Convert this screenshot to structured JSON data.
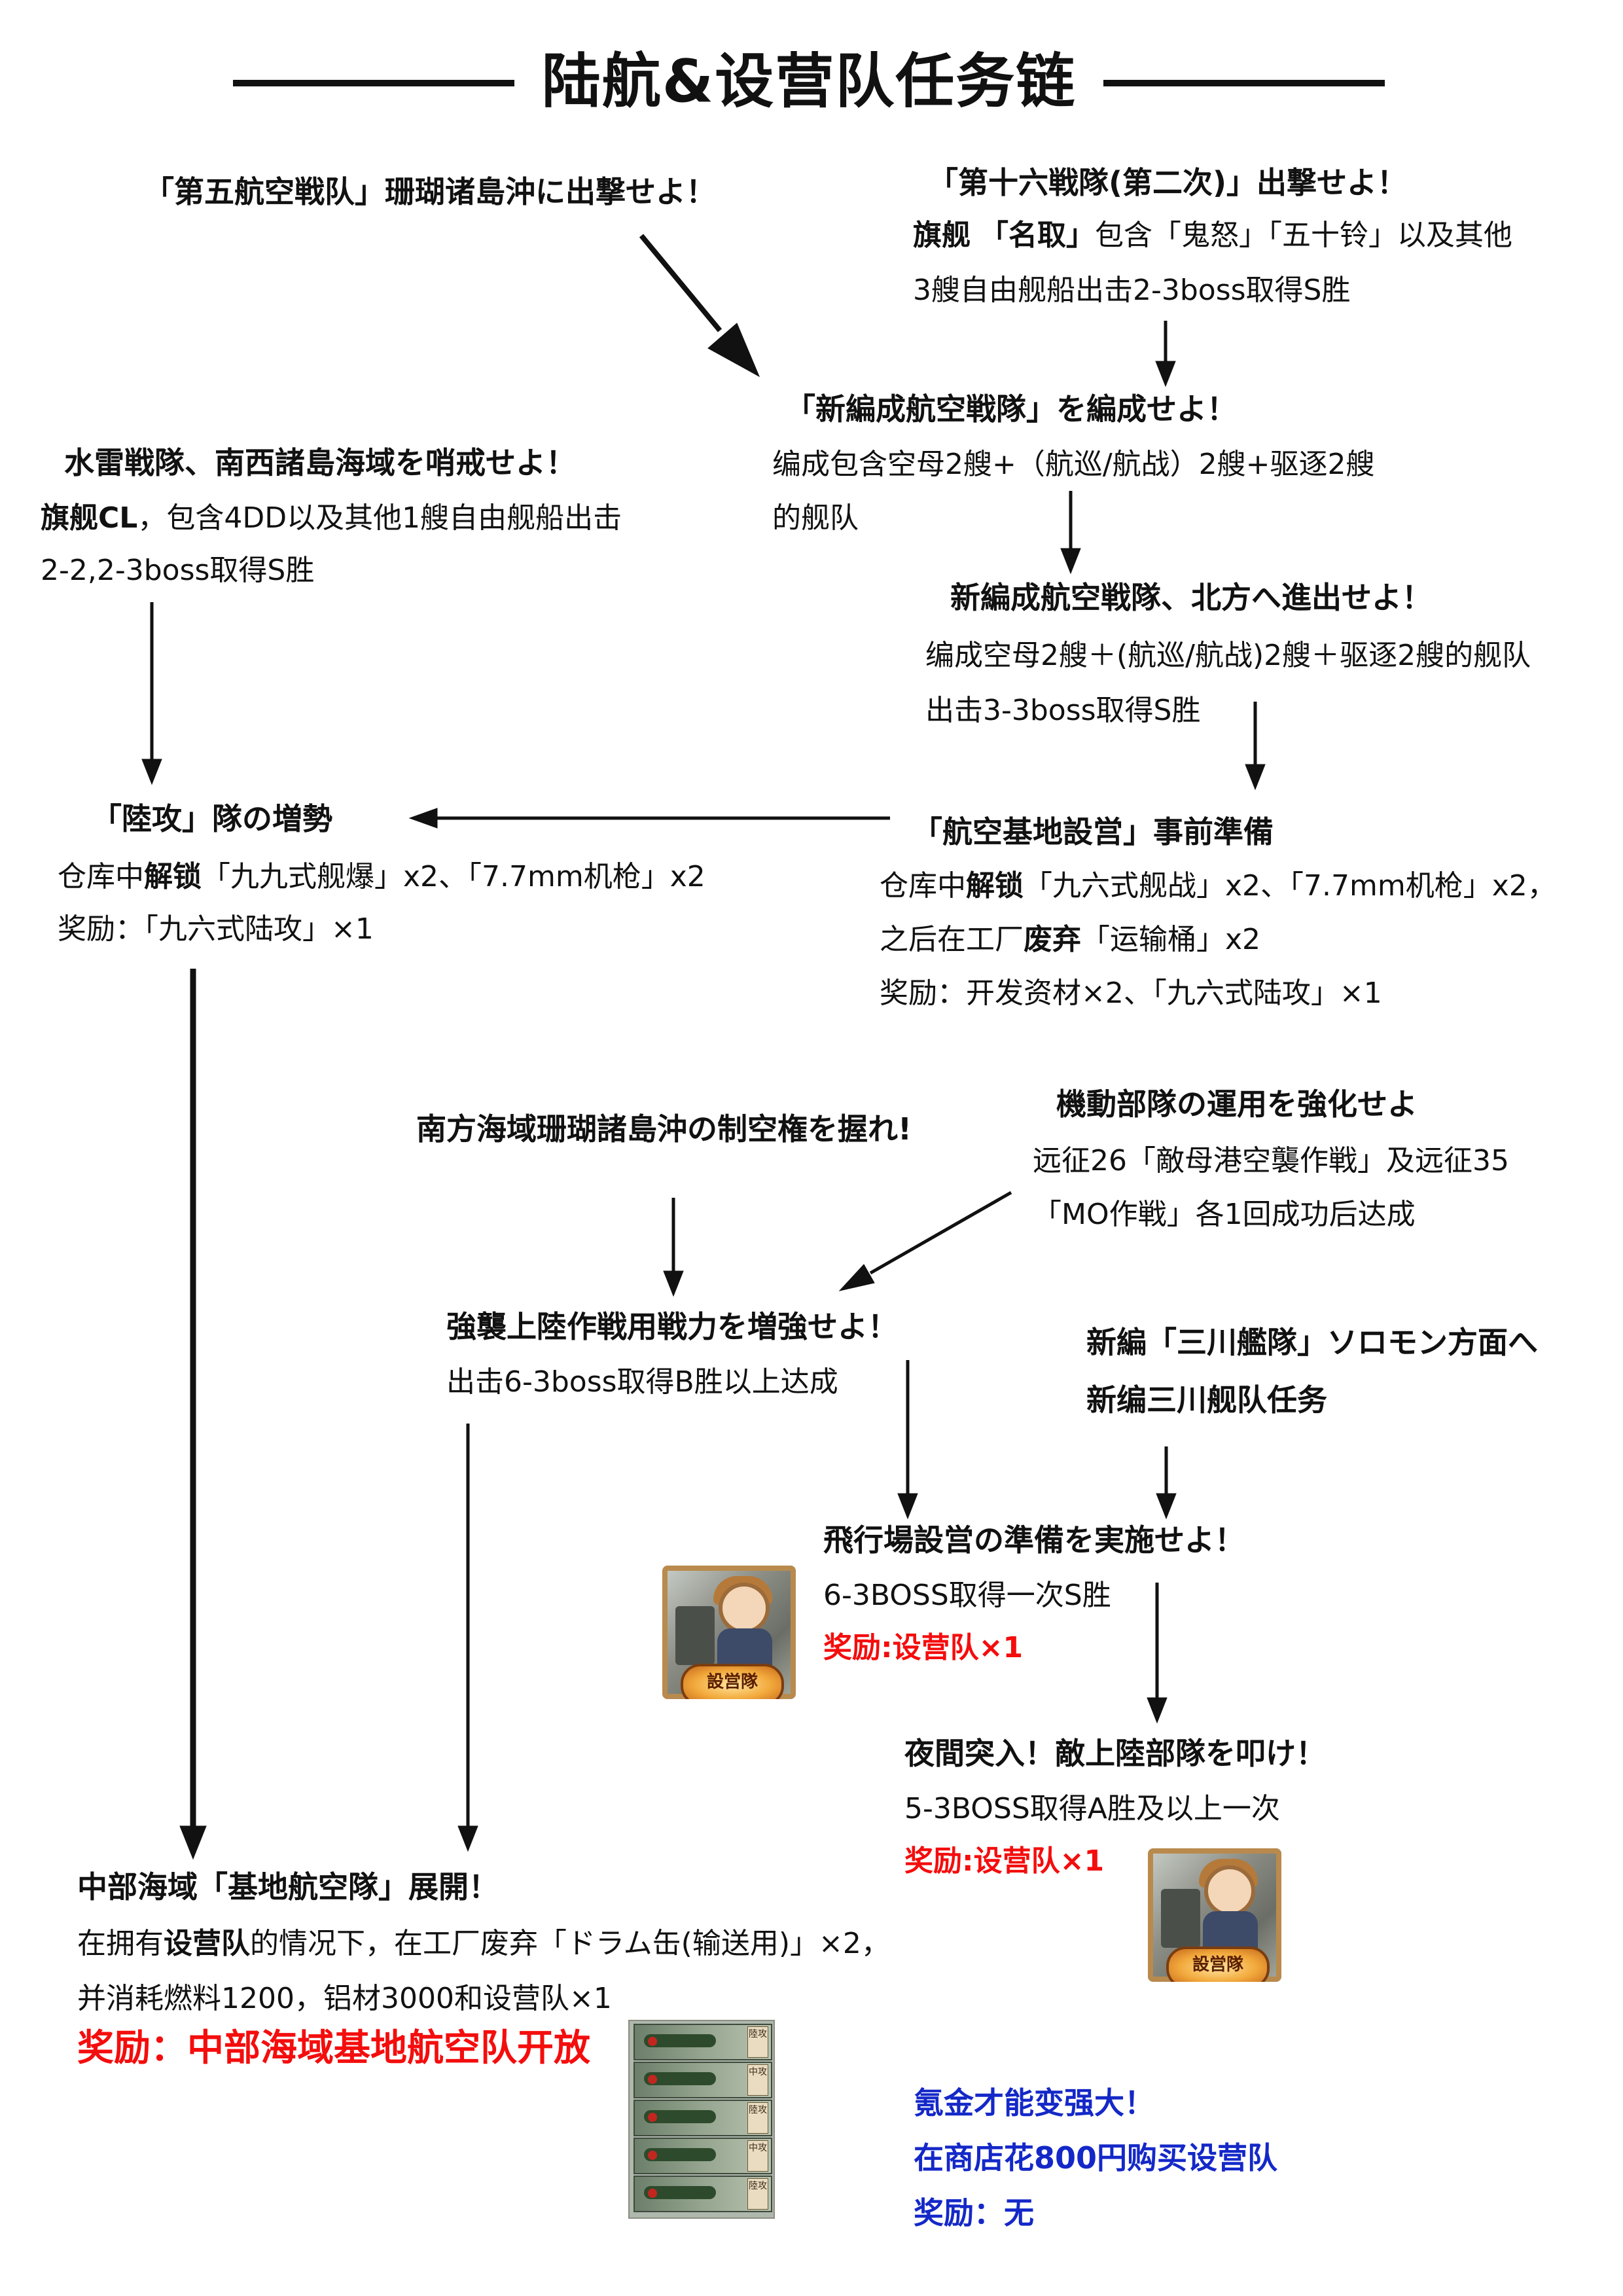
{
  "title": "陆航&设营队任务链",
  "quests": {
    "q_fifth_air": {
      "title": "「第五航空戦队」珊瑚诸島沖に出撃せよ！"
    },
    "q_sixteenth": {
      "title": "「第十六戦隊(第二次)」出撃せよ！",
      "line1_bold1": "旗舰",
      "line1_bold2": "「名取」",
      "line1_rest": "包含「鬼怒」「五十铃」以及其他",
      "line2": "3艘自由舰船出击2-3boss取得S胜"
    },
    "q_new_air_fleet": {
      "title": "「新編成航空戦隊」を編成せよ！",
      "line1": "编成包含空母2艘+（航巡/航战）2艘+驱逐2艘",
      "line2": "的舰队"
    },
    "q_torpedo": {
      "title": "水雷戦隊、南西諸島海域を哨戒せよ！",
      "line1_bold": "旗舰CL",
      "line1_rest": "，包含4DD以及其他1艘自由舰船出击",
      "line2": "2-2,2-3boss取得S胜"
    },
    "q_north": {
      "title": "新編成航空戦隊、北方へ進出せよ！",
      "line1": "编成空母2艘＋(航巡/航战)2艘＋驱逐2艘的舰队",
      "line2": "出击3-3boss取得S胜"
    },
    "q_rikko": {
      "title": "「陸攻」隊の増勢",
      "line1_a": "仓库中",
      "line1_bold": "解锁",
      "line1_rest": "「九九式舰爆」x2、「7.7mm机枪」x2",
      "line2": "奖励：「九六式陆攻」×1"
    },
    "q_base_prep": {
      "title": "「航空基地設営」事前準備",
      "line1_a": "仓库中",
      "line1_bold": "解锁",
      "line1_rest": "「九六式舰战」x2、「7.7mm机枪」x2，",
      "line2_a": "之后在工厂",
      "line2_bold": "废弃",
      "line2_rest": "「运输桶」x2",
      "line3": "奖励：开发资材×2、「九六式陆攻」×1"
    },
    "q_air_superiority": {
      "title": "南方海域珊瑚諸島沖の制空権を握れ!"
    },
    "q_kido": {
      "title": "機動部隊の運用を強化せよ",
      "line1": "远征26「敵母港空襲作戦」及远征35",
      "line2": "「MO作戦」各1回成功后达成"
    },
    "q_landing": {
      "title": "強襲上陸作戦用戦力を増強せよ！",
      "line1": "出击6-3boss取得B胜以上达成"
    },
    "q_mikawa": {
      "title": "新編「三川艦隊」ソロモン方面へ",
      "line2": "新编三川舰队任务"
    },
    "q_airfield": {
      "title": "飛行場設営の準備を実施せよ！",
      "line1": "6-3BOSS取得一次S胜",
      "reward": "奖励:设营队×1"
    },
    "q_night": {
      "title": "夜間突入！敵上陸部隊を叩け！",
      "line1": "5-3BOSS取得A胜及以上一次",
      "reward": "奖励:设营队×1"
    },
    "q_central": {
      "title": "中部海域「基地航空隊」展開！",
      "line1_a": "在拥有",
      "line1_bold": "设营队",
      "line1_rest": "的情况下，在工厂废弃「ドラム缶(输送用)」×2，",
      "line2": "并消耗燃料1200，铝材3000和设营队×1",
      "reward": "奖励：中部海域基地航空队开放"
    },
    "q_shop": {
      "line1": "氪金才能变强大！",
      "line2": "在商店花800円购买设营队",
      "line3": "奖励：无"
    }
  },
  "items": {
    "setsueitai_label": "設営隊",
    "squad_tags": [
      "陸攻",
      "中攻",
      "陸攻",
      "中攻",
      "陸攻"
    ]
  },
  "colors": {
    "reward_red": "#f40d0d",
    "shop_blue": "#1428c8",
    "text": "#111111"
  }
}
